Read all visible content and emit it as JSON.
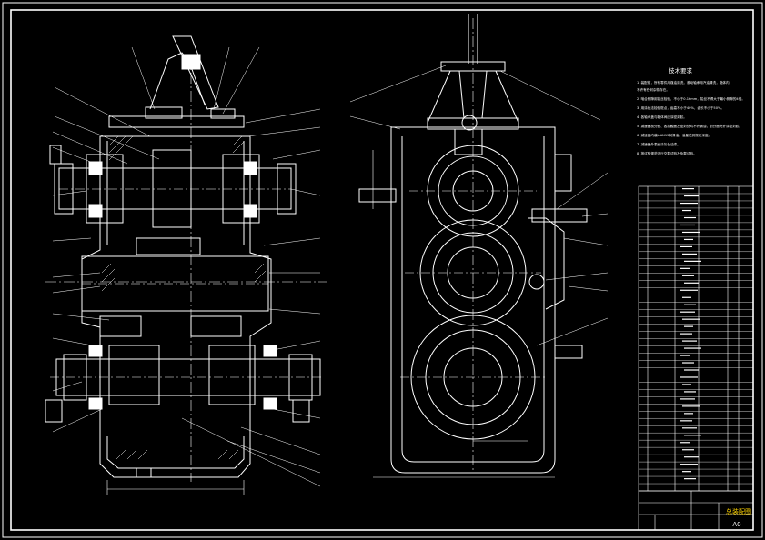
{
  "title_block": {
    "drawing_title": "总装配图",
    "sheet_size": "A0"
  },
  "technical_requirements": {
    "heading": "技术要求",
    "lines": [
      "1. 装配前，所有零件用煤油清洗，滚动轴承用汽油清洗，箱体内",
      "   不许有任何杂物存在。",
      "2. 啮合侧隙用铅丝检验，不小于0.16mm，铅丝不得大于最小侧隙的4倍。",
      "3. 用涂色法检验斑点，齿高不小于40%，齿长不小于50%。",
      "4. 各轴承盖与箱体间应涂密封胶。",
      "5. 减速器剖分面、各接触面及密封处均不许漏油，剖分面允许涂密封胶。",
      "6. 减速器内装L-AN15润滑油，油量达到规定深度。",
      "7. 减速器外表面涂灰色油漆。",
      "8. 按试验规范进行空载试验及负载试验。"
    ]
  },
  "colors": {
    "background": "#000000",
    "line": "#ffffff",
    "accent": "#ffd400"
  }
}
